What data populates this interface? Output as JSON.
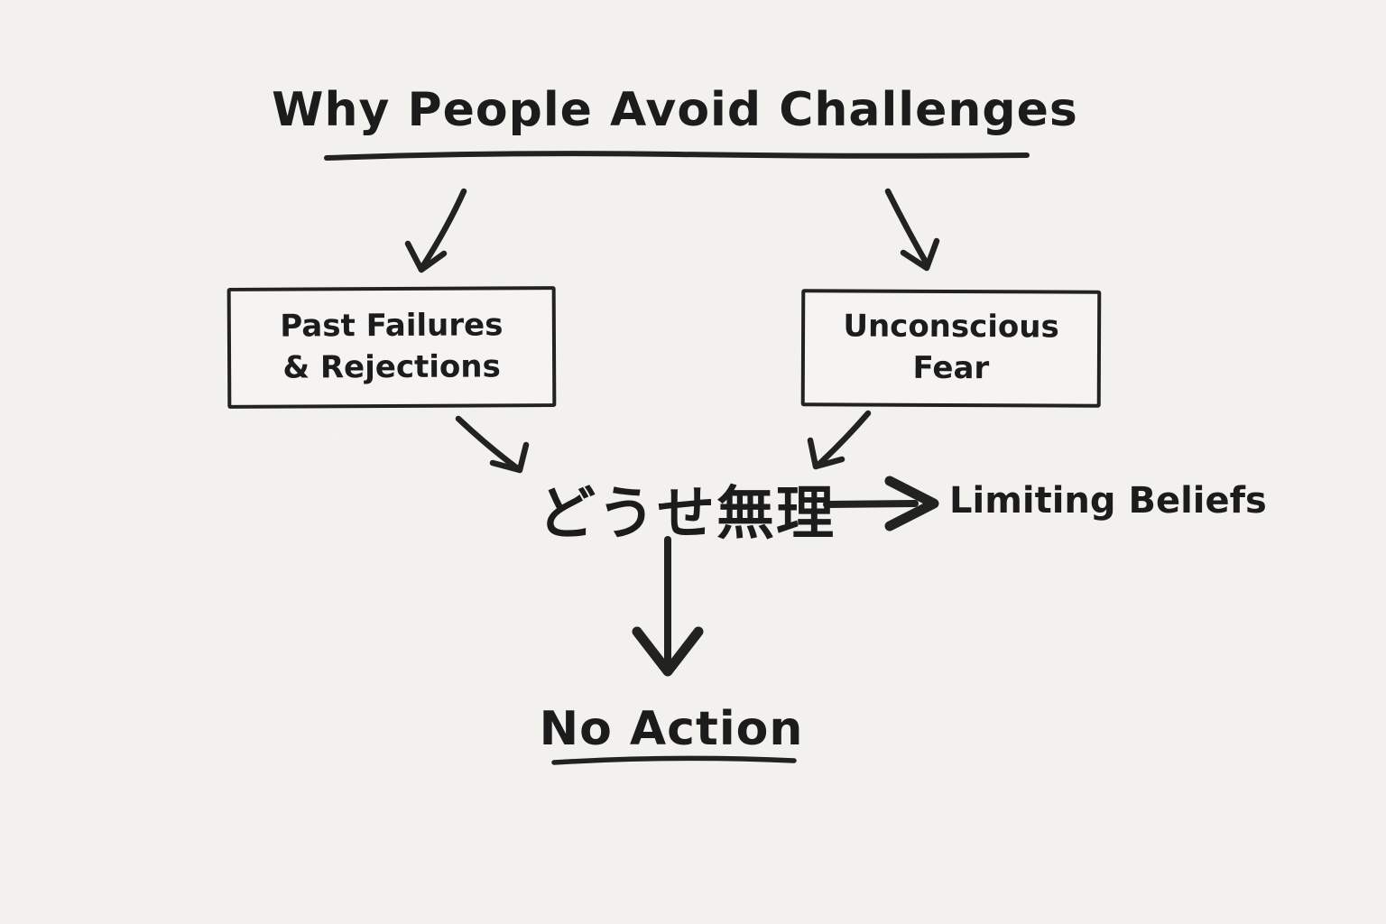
{
  "canvas": {
    "background_color": "#f3f2ef",
    "ink_color": "#222220",
    "style": "hand-drawn whiteboard sketch"
  },
  "diagram": {
    "title": "Why People Avoid Challenges",
    "nodes": {
      "past_failures": {
        "line1": "Past Failures",
        "line2": "& Rejections",
        "shape": "rectangle"
      },
      "unconscious_fear": {
        "line1": "Unconscious",
        "line2": "Fear",
        "shape": "rectangle"
      },
      "core_belief": {
        "label": "どうせ無理",
        "shape": "text"
      },
      "limiting_beliefs": {
        "label": "Limiting Beliefs",
        "shape": "text"
      },
      "no_action": {
        "label": "No Action",
        "shape": "underlined-text"
      }
    },
    "edges": [
      {
        "from": "Why People Avoid Challenges",
        "to": "Past Failures & Rejections",
        "direction": "down-left"
      },
      {
        "from": "Why People Avoid Challenges",
        "to": "Unconscious Fear",
        "direction": "down-right"
      },
      {
        "from": "Past Failures & Rejections",
        "to": "どうせ無理",
        "direction": "down-right"
      },
      {
        "from": "Unconscious Fear",
        "to": "どうせ無理",
        "direction": "down-left"
      },
      {
        "from": "どうせ無理",
        "to": "Limiting Beliefs",
        "direction": "right"
      },
      {
        "from": "どうせ無理",
        "to": "No Action",
        "direction": "down"
      }
    ]
  }
}
